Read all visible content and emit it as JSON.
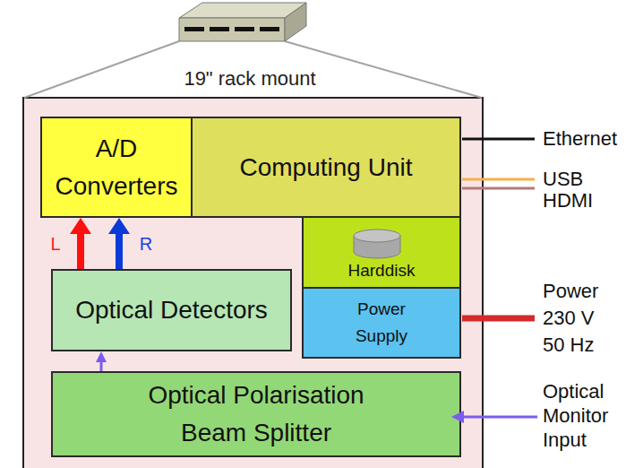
{
  "diagram": {
    "nodes": [
      {
        "text": [
          "19\" rack mount"
        ]
      },
      {
        "text": [
          "A/D Converters"
        ],
        "in": 0
      },
      {
        "text": [
          "Computing Unit"
        ],
        "in": 0
      },
      {
        "text": [
          "Harddisk"
        ],
        "in": 0
      },
      {
        "text": [
          "Optical Detectors"
        ],
        "in": 0
      },
      {
        "text": [
          "Power Supply"
        ],
        "in": 0
      },
      {
        "text": [
          "Optical Polarisation Beam Splitter"
        ],
        "in": 0
      }
    ],
    "edges": [
      {
        "from": 4,
        "to": 1,
        "arrow": "to",
        "label": "L"
      },
      {
        "from": 4,
        "to": 1,
        "arrow": "to",
        "label": "R"
      },
      {
        "from": 6,
        "to": 4,
        "arrow": "to"
      }
    ],
    "labels": [
      "Ethernet",
      "USB",
      "HDMI",
      "Power 230 V 50 Hz",
      "Optical Monitor Input"
    ]
  }
}
